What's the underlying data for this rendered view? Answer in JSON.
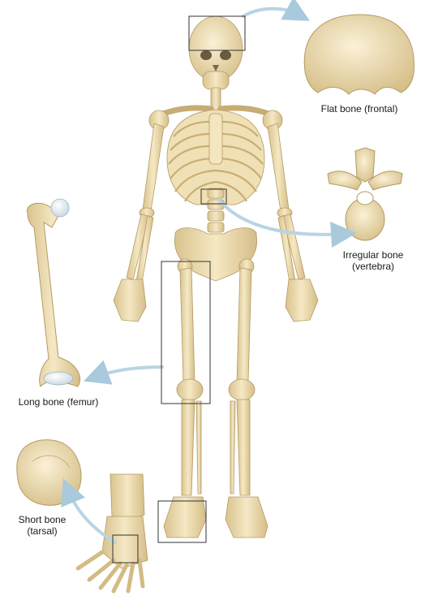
{
  "labels": {
    "flat": {
      "line1": "Flat bone (frontal)"
    },
    "irregular": {
      "line1": "Irregular bone",
      "line2": "(vertebra)"
    },
    "long": {
      "line1": "Long bone (femur)"
    },
    "short": {
      "line1": "Short bone",
      "line2": "(tarsal)"
    }
  },
  "colors": {
    "bone": "#f1e3bc",
    "bone_shadow": "#d8c28c",
    "bone_outline": "#a88f5c",
    "cartilage": "#dce8ee",
    "arrow": "#b8d4e4",
    "box": "#333333"
  }
}
